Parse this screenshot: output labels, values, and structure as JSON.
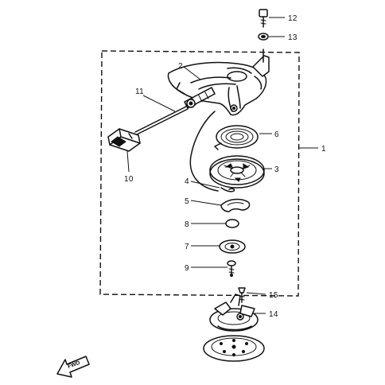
{
  "diagram": {
    "callouts": {
      "c1": "1",
      "c2": "2",
      "c3": "3",
      "c4": "4",
      "c5": "5",
      "c6": "6",
      "c7": "7",
      "c8": "8",
      "c9": "9",
      "c10": "10",
      "c11": "11",
      "c12": "12",
      "c13": "13",
      "c14": "14",
      "c15": "15"
    },
    "direction_label": "FWD",
    "ink_color": "#111111",
    "background_color": "#ffffff"
  }
}
